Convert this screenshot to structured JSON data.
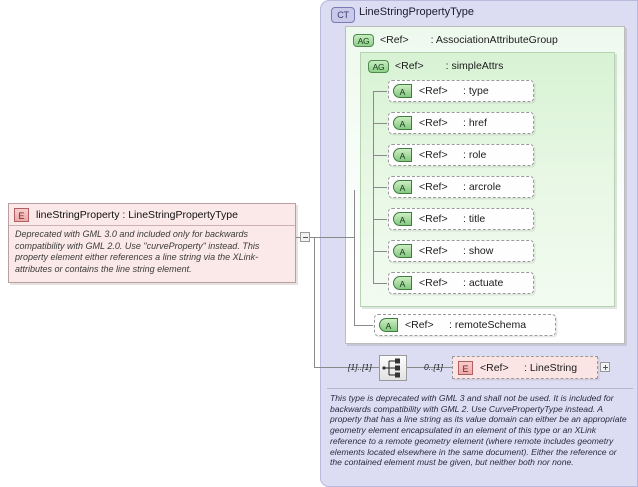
{
  "diagram": {
    "type_box": {
      "badge": "CT",
      "title": "LineStringPropertyType",
      "documentation": "This type is deprecated with GML 3 and shall not be used. It is included for backwards compatibility with GML 2. Use CurvePropertyType instead. A property that has a line string as its value domain can either be an appropriate geometry element encapsulated in an element of this type or an XLink reference to a remote geometry element (where remote includes geometry elements located elsewhere in the same document). Either the reference or the contained element must be given, but neither both nor none."
    },
    "attribute_groups": [
      {
        "badge": "AG",
        "ref": "<Ref>",
        "name": ": AssociationAttributeGroup"
      },
      {
        "badge": "AG",
        "ref": "<Ref>",
        "name": ": simpleAttrs"
      }
    ],
    "attributes": [
      {
        "badge": "A",
        "ref": "<Ref>",
        "name": ": type"
      },
      {
        "badge": "A",
        "ref": "<Ref>",
        "name": ": href"
      },
      {
        "badge": "A",
        "ref": "<Ref>",
        "name": ": role"
      },
      {
        "badge": "A",
        "ref": "<Ref>",
        "name": ": arcrole"
      },
      {
        "badge": "A",
        "ref": "<Ref>",
        "name": ": title"
      },
      {
        "badge": "A",
        "ref": "<Ref>",
        "name": ": show"
      },
      {
        "badge": "A",
        "ref": "<Ref>",
        "name": ": actuate"
      }
    ],
    "remote_schema": {
      "badge": "A",
      "ref": "<Ref>",
      "name": ": remoteSchema"
    },
    "sequence": {
      "icon": "sequence-icon",
      "cardinality_left": "[1]..[1]",
      "cardinality_right": "0..[1]"
    },
    "line_string_element": {
      "badge": "E",
      "ref": "<Ref>",
      "name": ": LineString",
      "expand": "+"
    },
    "element_box": {
      "badge": "E",
      "title": "lineStringProperty  :  LineStringPropertyType",
      "documentation": "Deprecated with GML 3.0 and included only for backwards compatibility with GML 2.0. Use \"curveProperty\" instead. This property element either references a line string via the XLink-attributes or contains the line string element.",
      "collapse": "−"
    }
  },
  "colors": {
    "canvas": "#ffffff",
    "type_region": "#dcdcf2",
    "attr_group_inner": "#d6f0d2",
    "element_pink": "#fbe9e9",
    "connector": "#8a8a8a"
  }
}
